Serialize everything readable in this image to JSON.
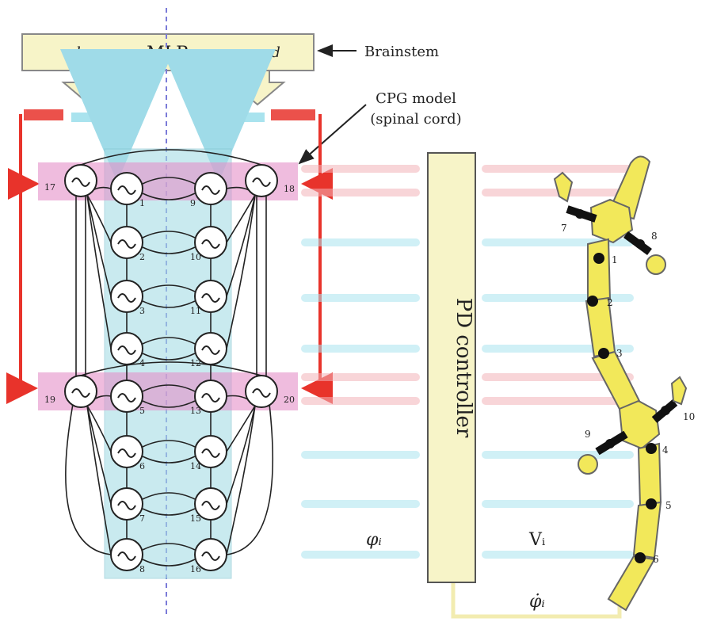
{
  "labels": {
    "mlr": "MLR",
    "drive_left": "d",
    "drive_right": "d",
    "brainstem": "Brainstem",
    "cpg_line1": "CPG model",
    "cpg_line2": "(spinal cord)",
    "pd_controller": "PD controller",
    "phi": "φᵢ",
    "v": "Vᵢ",
    "phi_feedback": "φ̇ᵢ"
  },
  "oscillators": {
    "left_body": [
      "1",
      "2",
      "3",
      "4",
      "5",
      "6",
      "7",
      "8"
    ],
    "right_body": [
      "9",
      "10",
      "11",
      "12",
      "13",
      "14",
      "15",
      "16"
    ],
    "limb_top_left": "17",
    "limb_top_right": "18",
    "limb_bottom_left": "19",
    "limb_bottom_right": "20"
  },
  "robot_joints": [
    "1",
    "2",
    "3",
    "4",
    "5",
    "6"
  ],
  "robot_limbs": [
    "7",
    "8",
    "9",
    "10"
  ],
  "colors": {
    "mlr_box": "#f7f4c8",
    "limb_band": "#e58fc8",
    "body_band": "#a6dde6",
    "feedback_red": "#e8332b",
    "feedback_cyan": "#a9e3ee",
    "robot_body": "#f2e85a",
    "joint": "#111111"
  }
}
